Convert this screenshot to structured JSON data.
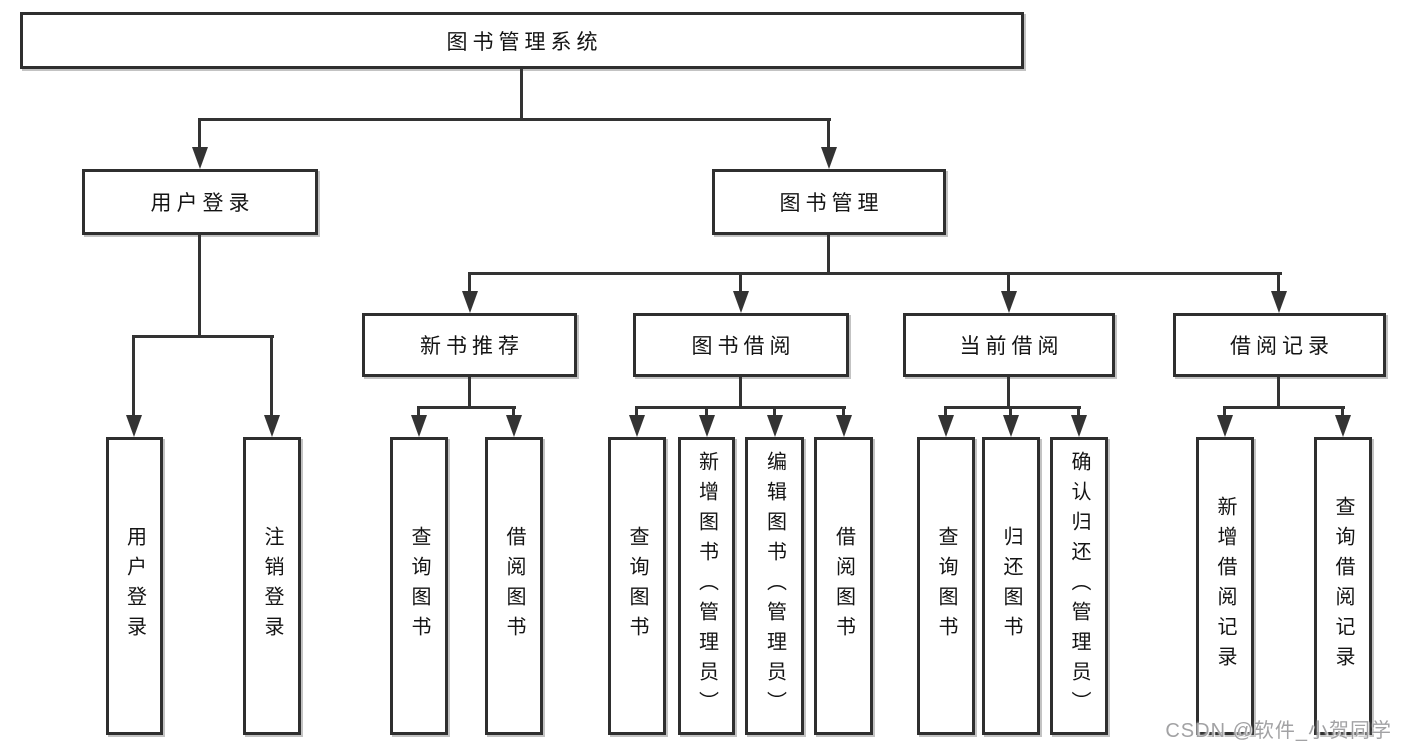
{
  "diagram": {
    "root": "图书管理系统",
    "user_login": {
      "label": "用户登录",
      "children": {
        "login": "用户登录",
        "logout": "注销登录"
      }
    },
    "book_mgmt": {
      "label": "图书管理",
      "new_book_rec": {
        "label": "新书推荐",
        "children": {
          "query_book": "查询图书",
          "borrow_book": "借阅图书"
        }
      },
      "book_borrow": {
        "label": "图书借阅",
        "children": {
          "query_book": "查询图书",
          "add_book": "新增图书（管理员）",
          "edit_book": "编辑图书（管理员）",
          "borrow_book": "借阅图书"
        }
      },
      "current_borrow": {
        "label": "当前借阅",
        "children": {
          "query_book": "查询图书",
          "return_book": "归还图书",
          "confirm_return": "确认归还（管理员）"
        }
      },
      "borrow_record": {
        "label": "借阅记录",
        "children": {
          "add_record": "新增借阅记录",
          "query_record": "查询借阅记录"
        }
      }
    }
  },
  "watermark": {
    "text": "CSDN @软件_小贺同学"
  },
  "colors": {
    "line": "#333333",
    "box_border": "#2f2f2f",
    "box_fill": "#ffffff",
    "text": "#141414",
    "watermark": "#a2a2a4"
  }
}
